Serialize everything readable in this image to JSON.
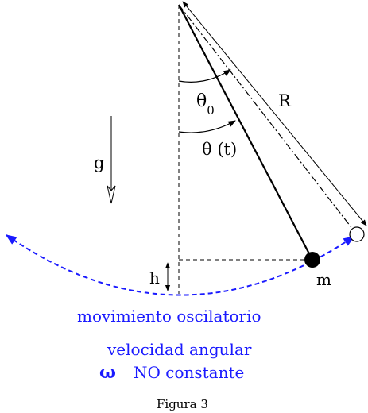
{
  "labels": {
    "theta0_main": "θ",
    "theta0_sub": "0",
    "theta_t": "θ (t)",
    "R": "R",
    "g": "g",
    "h": "h",
    "m": "m",
    "movement": "movimiento  oscilatorio",
    "velocity": "velocidad  angular",
    "omega": "ω",
    "not_constant": "NO  constante",
    "caption": "Figura 3"
  },
  "colors": {
    "ink": "#000000",
    "motion": "#1a1aff"
  }
}
